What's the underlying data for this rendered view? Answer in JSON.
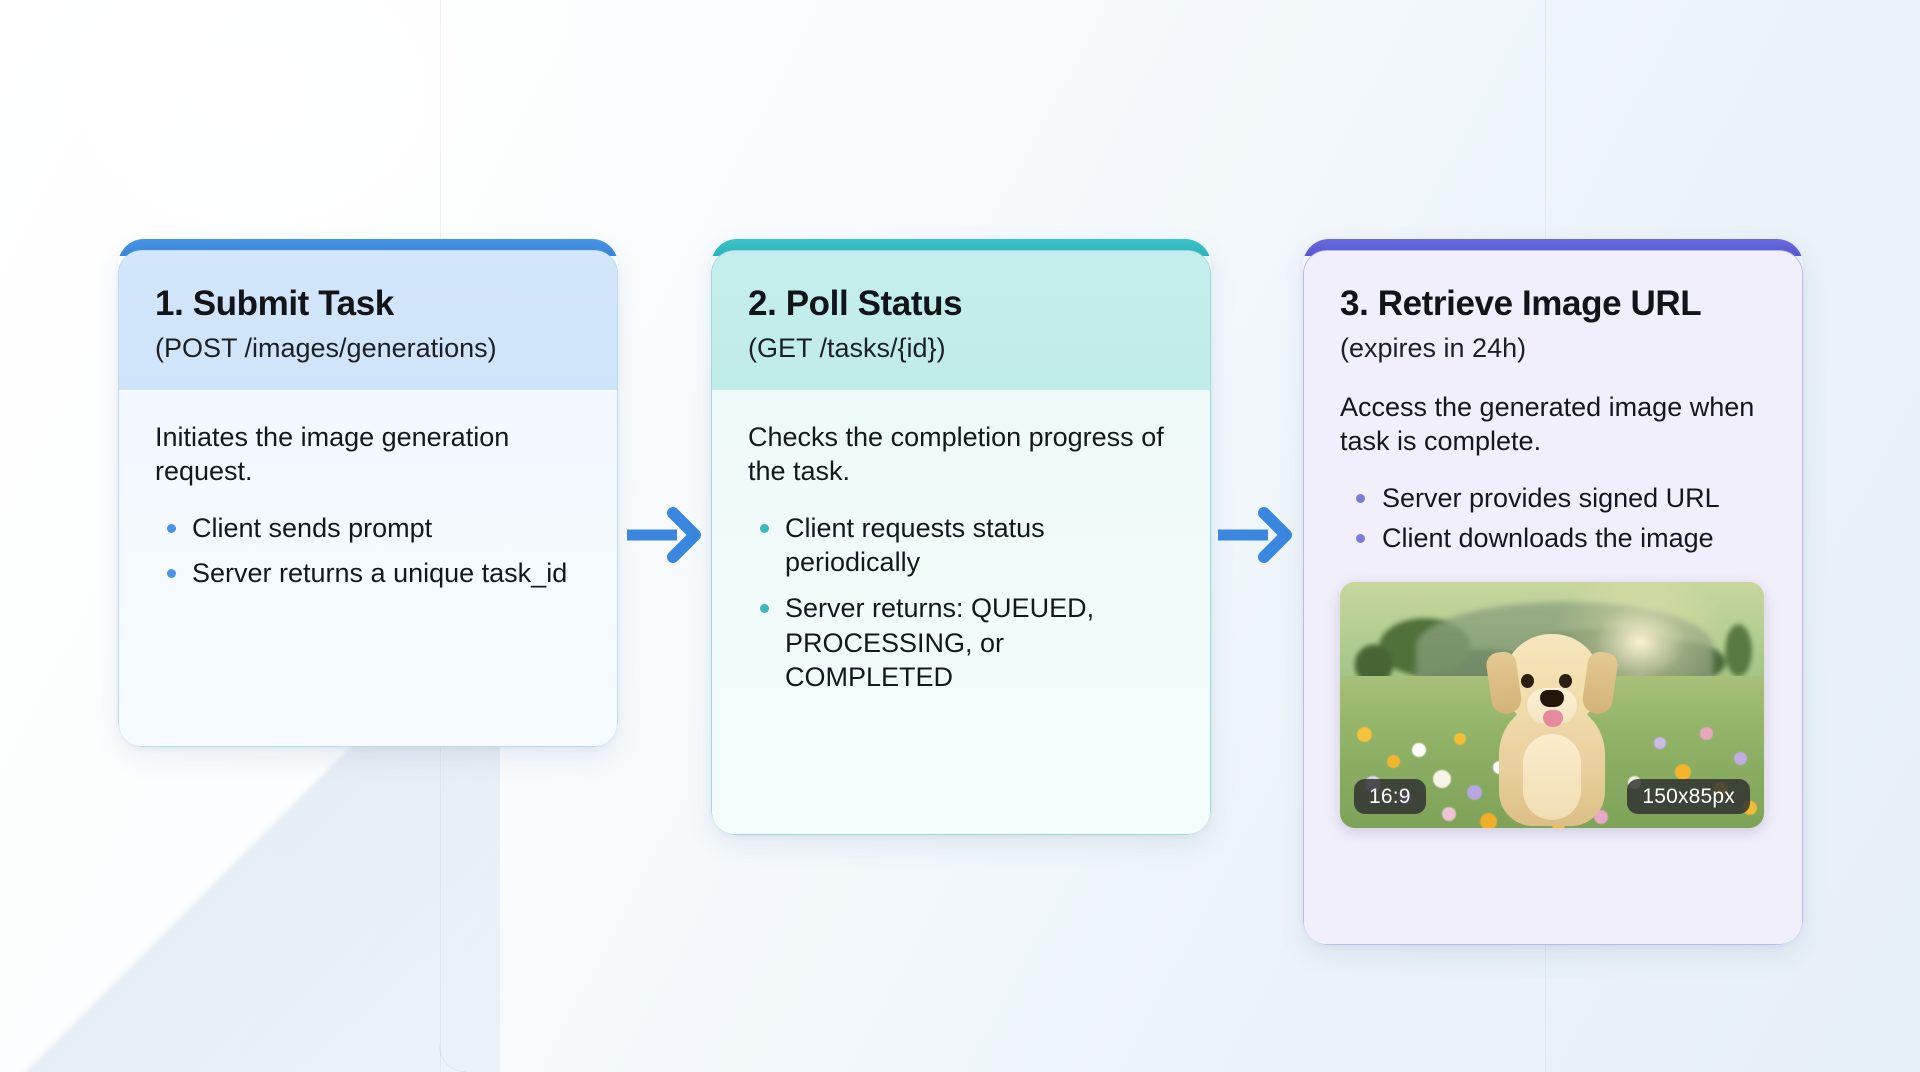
{
  "diagram": {
    "title_semantic": "image-generation-api-flow",
    "colors": {
      "step1_accent": "#3585da",
      "step2_accent": "#2bb3bb",
      "step3_accent": "#5757d2",
      "arrow": "#3b86de",
      "text": "#14181d",
      "badge_bg": "#2d2d30"
    },
    "steps": [
      {
        "title": "1. Submit Task",
        "endpoint": "(POST /images/generations)",
        "description": "Initiates the image generation request.",
        "bullets": [
          "Client sends prompt",
          "Server returns a unique task_id"
        ]
      },
      {
        "title": "2. Poll Status",
        "endpoint": "(GET /tasks/{id})",
        "description": "Checks the completion progress of the task.",
        "bullets": [
          "Client requests status periodically",
          "Server returns: QUEUED, PROCESSING, or COMPLETED"
        ]
      },
      {
        "title": "3. Retrieve Image URL",
        "endpoint": "(expires in 24h)",
        "description": "Access the generated image when task is complete.",
        "bullets": [
          "Server provides signed URL",
          "Client downloads the image"
        ],
        "thumbnail": {
          "alt": "golden retriever puppy in a wildflower meadow",
          "aspect_badge": "16:9",
          "size_badge": "150x85px"
        }
      }
    ],
    "connectors": [
      {
        "from": "1. Submit Task",
        "to": "2. Poll Status"
      },
      {
        "from": "2. Poll Status",
        "to": "3. Retrieve Image URL"
      }
    ]
  }
}
